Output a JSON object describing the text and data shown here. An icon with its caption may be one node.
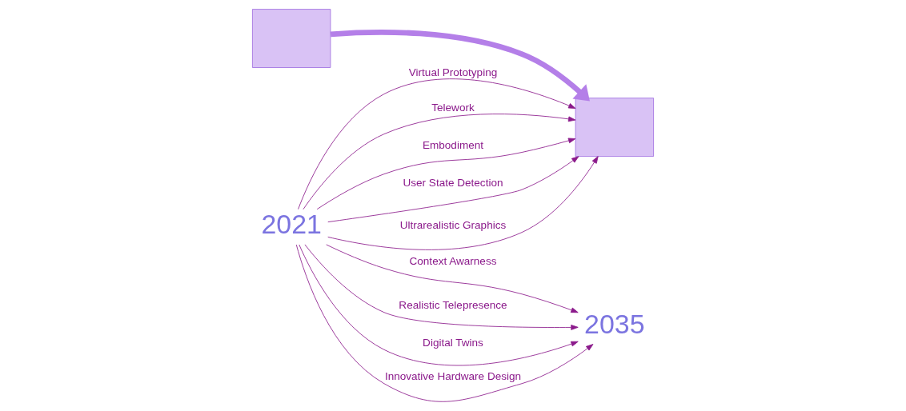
{
  "diagram": {
    "nodes": [
      {
        "text": [
          "2021"
        ]
      },
      {
        "text": [],
        "shape": "box"
      },
      {
        "text": [],
        "shape": "box"
      },
      {
        "text": [
          "2035"
        ]
      }
    ],
    "edges": [
      {
        "from": 0,
        "to": 2,
        "arrow": "to",
        "label": "User State Detection"
      },
      {
        "from": 0,
        "to": 2,
        "arrow": "to",
        "label": "Ultrarealistic Graphics"
      },
      {
        "from": 0,
        "to": 2,
        "arrow": "to",
        "label": "Virtual Prototyping"
      },
      {
        "from": 0,
        "to": 2,
        "arrow": "to",
        "label": "Telework"
      },
      {
        "from": 0,
        "to": 2,
        "arrow": "to",
        "label": "Embodiment"
      },
      {
        "from": 1,
        "to": 2,
        "arrow": "to",
        "style": "thick",
        "color": "#b47fe8"
      },
      {
        "from": 0,
        "to": 3,
        "arrow": "to",
        "label": "Digital Twins"
      },
      {
        "from": 0,
        "to": 3,
        "arrow": "to",
        "label": "Innovative Hardware Design"
      },
      {
        "from": 0,
        "to": 3,
        "arrow": "to",
        "label": "Context Awarness"
      },
      {
        "from": 0,
        "to": 3,
        "arrow": "to",
        "label": "Realistic Telepresence"
      }
    ]
  }
}
